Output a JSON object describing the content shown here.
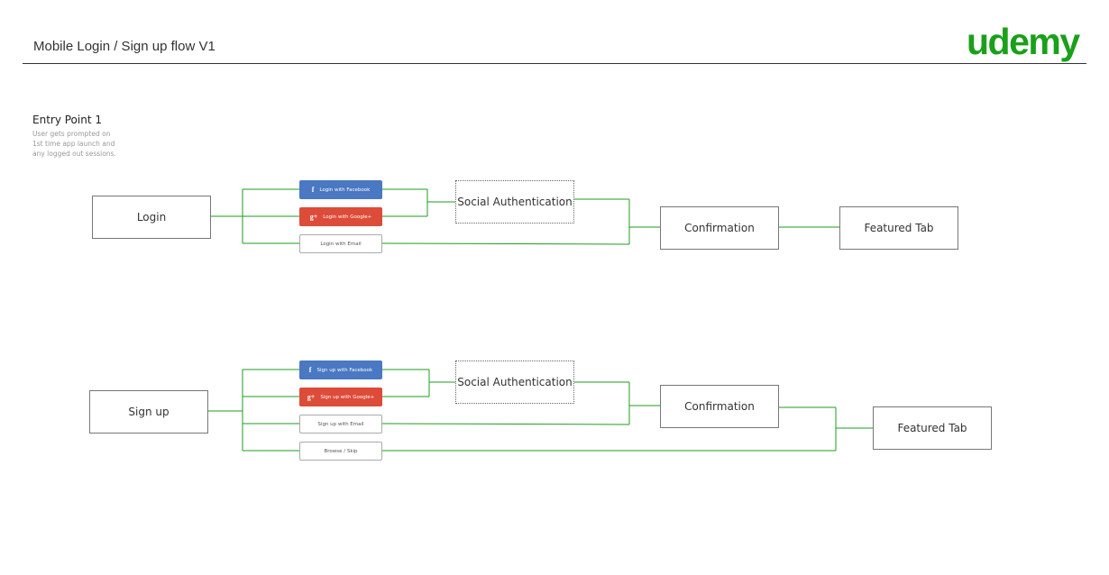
{
  "header": {
    "title": "Mobile Login / Sign up flow V1",
    "logo_text": "udemy",
    "logo_color": "#1aa01a"
  },
  "entry": {
    "title": "Entry Point 1",
    "description": "User gets prompted on 1st time app launch and any logged out sessions."
  },
  "colors": {
    "connector": "#1e9e1e",
    "facebook": "#4a78c2",
    "google": "#dd4b39"
  },
  "login_flow": {
    "start": "Login",
    "buttons": {
      "facebook": {
        "icon": "facebook-icon",
        "glyph": "f",
        "label": "Login with Facebook"
      },
      "google": {
        "icon": "google-plus-icon",
        "glyph": "g+",
        "label": "Login with Google+"
      },
      "email": {
        "label": "Login with Email"
      }
    },
    "social_auth": "Social Authentication",
    "confirmation": "Confirmation",
    "featured": "Featured Tab"
  },
  "signup_flow": {
    "start": "Sign up",
    "buttons": {
      "facebook": {
        "icon": "facebook-icon",
        "glyph": "f",
        "label": "Sign up with Facebook"
      },
      "google": {
        "icon": "google-plus-icon",
        "glyph": "g+",
        "label": "Sign up with Google+"
      },
      "email": {
        "label": "Sign up with Email"
      },
      "browse": {
        "label": "Browse / Skip"
      }
    },
    "social_auth": "Social Authentication",
    "confirmation": "Confirmation",
    "featured": "Featured Tab"
  }
}
